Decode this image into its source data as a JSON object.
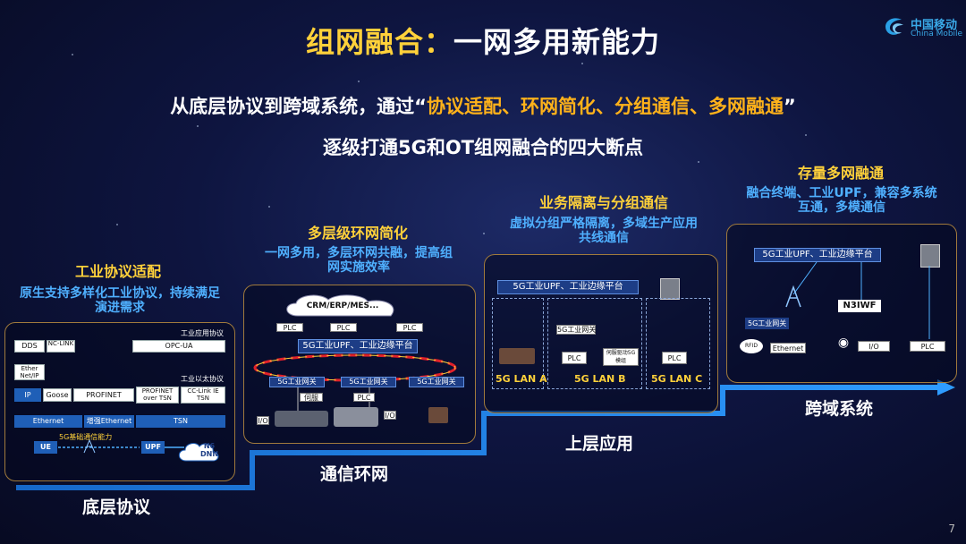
{
  "title": {
    "main": "组网融合：",
    "rest": "一网多用新能力"
  },
  "subtitle1": {
    "pre": "从底层协议到跨域系统，通过“",
    "hl": "协议适配、环网简化、分组通信、多网融通",
    "post": "”"
  },
  "subtitle2": "逐级打通5G和OT组网融合的四大断点",
  "logo": {
    "cn": "中国移动",
    "en": "China Mobile"
  },
  "page_number": "7",
  "stairs": {
    "s1": "底层协议",
    "s2": "通信环网",
    "s3": "上层应用",
    "s4": "跨域系统"
  },
  "sec1": {
    "heading": "工业协议适配",
    "desc": "原生支持多样化工业协议，持续满足演进需求",
    "app_label": "工业应用协议",
    "eth_label": "工业以太协议",
    "dds": "DDS",
    "nclink": "NC-LINK",
    "opcua": "OPC-UA",
    "ether": "Ether Net/IP",
    "ip": "IP",
    "goose": "Goose",
    "profinet": "PROFINET",
    "profinet_tsn": "PROFINET over TSN",
    "cclink": "CC-Link IE TSN",
    "ethernet": "Ethernet",
    "enhanced": "增强Ethernet",
    "tsn": "TSN",
    "cap": "5G基础通信能力",
    "ue": "UE",
    "upf": "UPF",
    "dnn": "N6 DNN"
  },
  "sec2": {
    "heading": "多层级环网简化",
    "desc": "一网多用，多层环网共融，提高组网实施效率",
    "crm": "CRM/ERP/MES...",
    "plc": [
      "PLC",
      "PLC",
      "PLC"
    ],
    "platform": "5G工业UPF、工业边缘平台",
    "gw": [
      "5G工业网关",
      "5G工业网关",
      "5G工业网关"
    ],
    "servo": "伺服",
    "plc2": "PLC",
    "io": [
      "I/O",
      "I/O"
    ]
  },
  "sec3": {
    "heading": "业务隔离与分组通信",
    "desc": "虚拟分组严格隔离，多域生产应用共线通信",
    "platform": "5G工业UPF、工业边缘平台",
    "gw": "5G工业网关",
    "plc": [
      "PLC",
      "PLC"
    ],
    "drive": "伺服驱动5G模组",
    "lans": [
      "5G LAN A",
      "5G LAN B",
      "5G LAN C"
    ]
  },
  "sec4": {
    "heading": "存量多网融通",
    "desc": "融合终端、工业UPF，兼容多系统互通，多模通信",
    "platform": "5G工业UPF、工业边缘平台",
    "n3iwf": "N3IWF",
    "gw": "5G工业网关",
    "rfid": "RFID",
    "ethernet": "Ethernet",
    "io": "I/O",
    "plc": "PLC"
  },
  "colors": {
    "accent": "#ffd13a",
    "desc": "#4fb0ff",
    "stair": "#1e7fe0",
    "frame": "#a07a3c"
  }
}
